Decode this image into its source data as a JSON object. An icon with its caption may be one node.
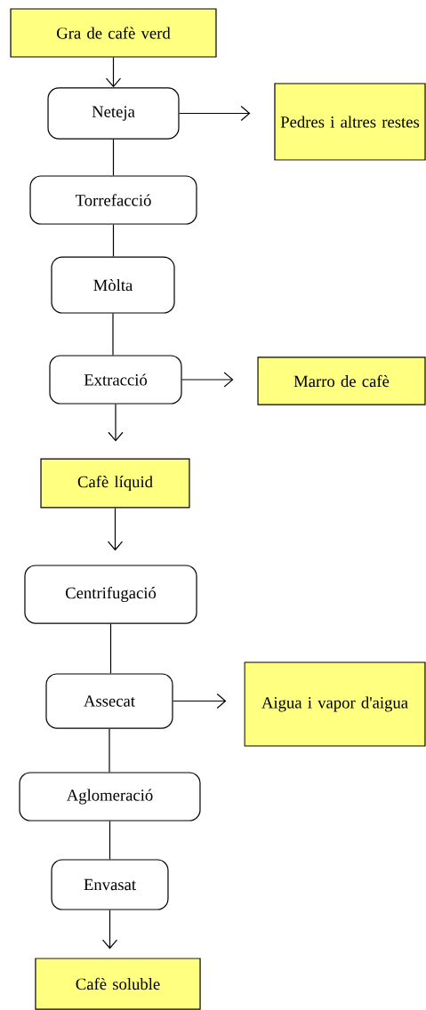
{
  "diagram": {
    "nodes": [
      {
        "text": [
          "Gra de cafè verd"
        ]
      },
      {
        "text": [
          "Neteja"
        ]
      },
      {
        "text": [
          "Pedres i altres restes"
        ]
      },
      {
        "text": [
          "Torrefacció"
        ]
      },
      {
        "text": [
          "Mòlta"
        ]
      },
      {
        "text": [
          "Extracció"
        ]
      },
      {
        "text": [
          "Marro de cafè"
        ]
      },
      {
        "text": [
          "Cafè líquid"
        ]
      },
      {
        "text": [
          "Centrifugació"
        ]
      },
      {
        "text": [
          "Assecat"
        ]
      },
      {
        "text": [
          "Aigua i vapor d'aigua"
        ]
      },
      {
        "text": [
          "Aglomeració"
        ]
      },
      {
        "text": [
          "Envasat"
        ]
      },
      {
        "text": [
          "Cafè soluble"
        ]
      }
    ],
    "edges": [
      {
        "from": 0,
        "to": 1,
        "arrow": "to"
      },
      {
        "from": 1,
        "to": 2,
        "arrow": "to"
      },
      {
        "from": 1,
        "to": 3,
        "arrow": "none"
      },
      {
        "from": 3,
        "to": 4,
        "arrow": "none"
      },
      {
        "from": 4,
        "to": 5,
        "arrow": "none"
      },
      {
        "from": 5,
        "to": 6,
        "arrow": "to"
      },
      {
        "from": 5,
        "to": 7,
        "arrow": "to"
      },
      {
        "from": 7,
        "to": 8,
        "arrow": "to"
      },
      {
        "from": 8,
        "to": 9,
        "arrow": "none"
      },
      {
        "from": 9,
        "to": 10,
        "arrow": "to"
      },
      {
        "from": 9,
        "to": 11,
        "arrow": "none"
      },
      {
        "from": 11,
        "to": 12,
        "arrow": "none"
      },
      {
        "from": 12,
        "to": 13,
        "arrow": "to"
      }
    ]
  }
}
